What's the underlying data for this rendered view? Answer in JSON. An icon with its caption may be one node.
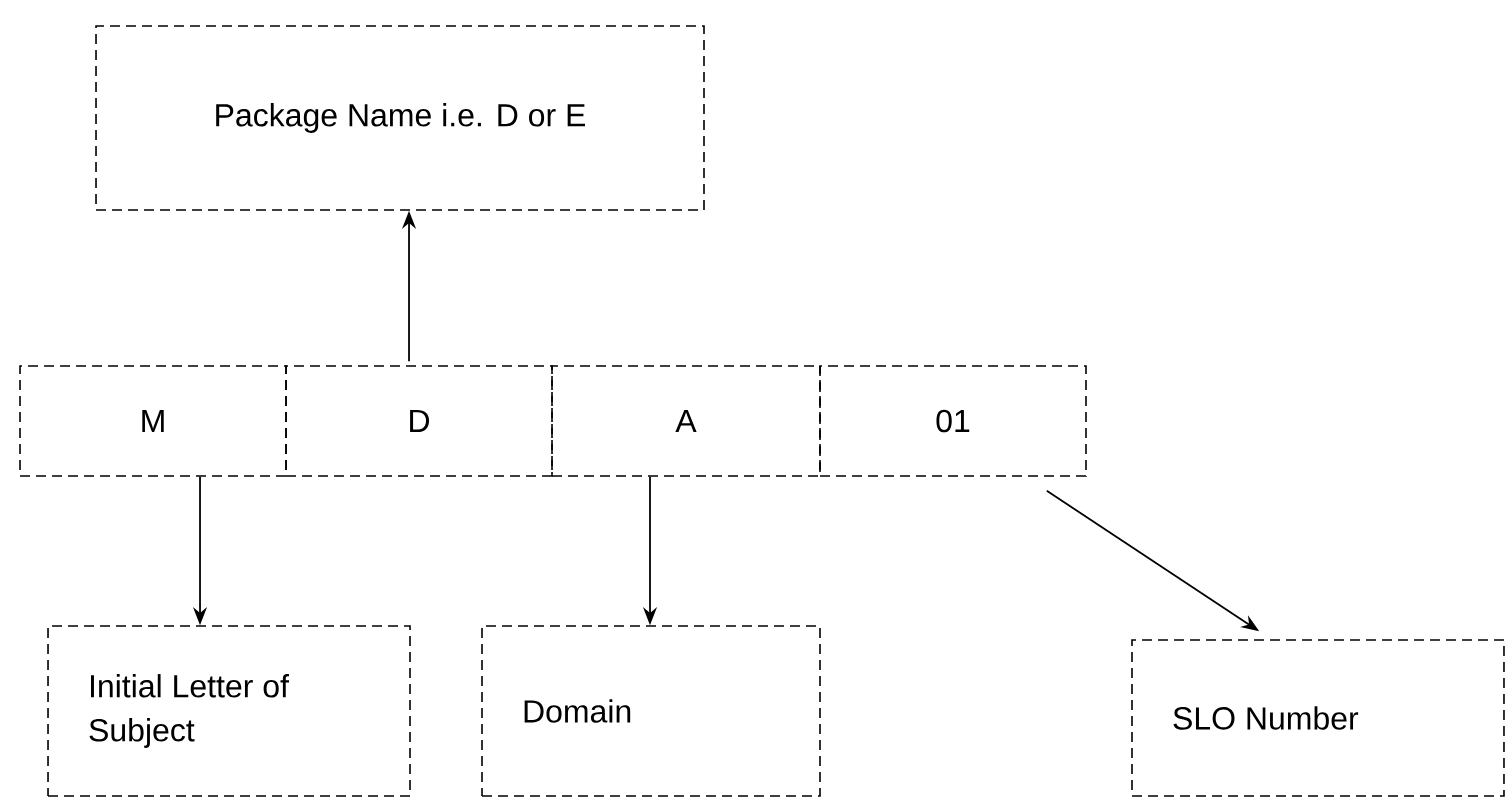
{
  "diagram": {
    "nodes": [
      {
        "text": [
          "Package Name i.e. D or E"
        ]
      },
      {
        "text": [
          "M"
        ]
      },
      {
        "text": [
          "D"
        ]
      },
      {
        "text": [
          "A"
        ]
      },
      {
        "text": [
          "01"
        ]
      },
      {
        "text": [
          "Initial Letter of Subject"
        ]
      },
      {
        "text": [
          "Domain"
        ]
      },
      {
        "text": [
          "SLO Number"
        ]
      }
    ],
    "edges": [
      {
        "from": 2,
        "to": 0,
        "arrow": "to"
      },
      {
        "from": 1,
        "to": 5,
        "arrow": "to"
      },
      {
        "from": 3,
        "to": 6,
        "arrow": "to"
      },
      {
        "from": 4,
        "to": 7,
        "arrow": "to"
      }
    ]
  }
}
